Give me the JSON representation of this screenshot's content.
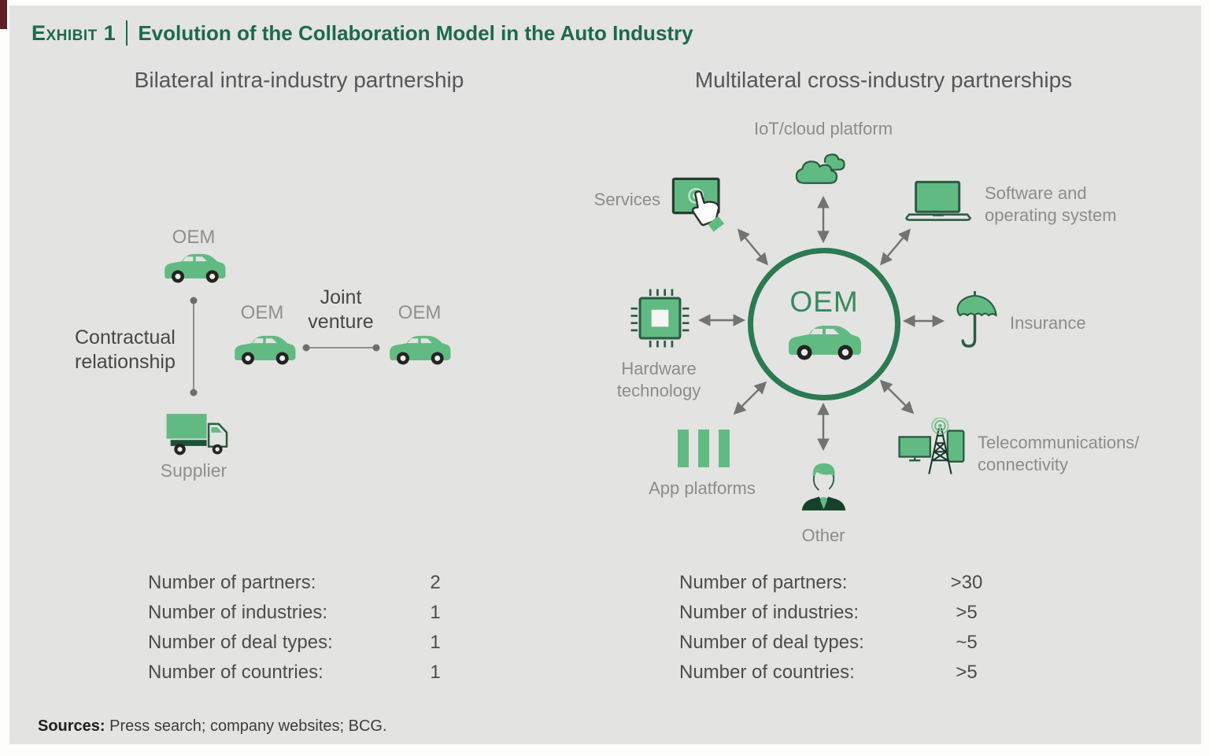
{
  "exhibit": {
    "label": "Exhibit 1",
    "title": "Evolution of the Collaboration Model in the Auto Industry"
  },
  "colors": {
    "title_green": "#1b6a4d",
    "icon_green": "#62ba83",
    "dark_green_outline": "#2b5c44",
    "circle_border_green": "#2b7a52",
    "panel_background": "#e3e3e1",
    "label_gray": "#8c8c8a",
    "text_dark_gray": "#4c4c4a"
  },
  "left_panel": {
    "header": "Bilateral intra-industry partnership",
    "oem_top": "OEM",
    "oem_left": "OEM",
    "oem_right": "OEM",
    "supplier": "Supplier",
    "contractual": "Contractual\nrelationship",
    "joint_venture": "Joint\nventure",
    "stats": [
      {
        "label": "Number of partners:",
        "value": "2"
      },
      {
        "label": "Number of industries:",
        "value": "1"
      },
      {
        "label": "Number of deal types:",
        "value": "1"
      },
      {
        "label": "Number of countries:",
        "value": "1"
      }
    ]
  },
  "right_panel": {
    "header": "Multilateral cross-industry partnerships",
    "center": "OEM",
    "spokes": [
      {
        "icon": "cloud-icon",
        "label": "IoT/cloud platform"
      },
      {
        "icon": "touchscreen-icon",
        "label": "Services"
      },
      {
        "icon": "laptop-icon",
        "label": "Software and\noperating system"
      },
      {
        "icon": "chip-icon",
        "label": "Hardware\ntechnology"
      },
      {
        "icon": "umbrella-icon",
        "label": "Insurance"
      },
      {
        "icon": "app-bars-icon",
        "label": "App platforms"
      },
      {
        "icon": "person-icon",
        "label": "Other"
      },
      {
        "icon": "telecom-tower-icon",
        "label": "Telecommunications/\nconnectivity"
      }
    ],
    "stats": [
      {
        "label": "Number of partners:",
        "value": ">30"
      },
      {
        "label": "Number of industries:",
        "value": ">5"
      },
      {
        "label": "Number of deal types:",
        "value": "~5"
      },
      {
        "label": "Number of countries:",
        "value": ">5"
      }
    ]
  },
  "footer": {
    "sources_label": "Sources:",
    "sources_text": " Press search; company websites; BCG."
  }
}
